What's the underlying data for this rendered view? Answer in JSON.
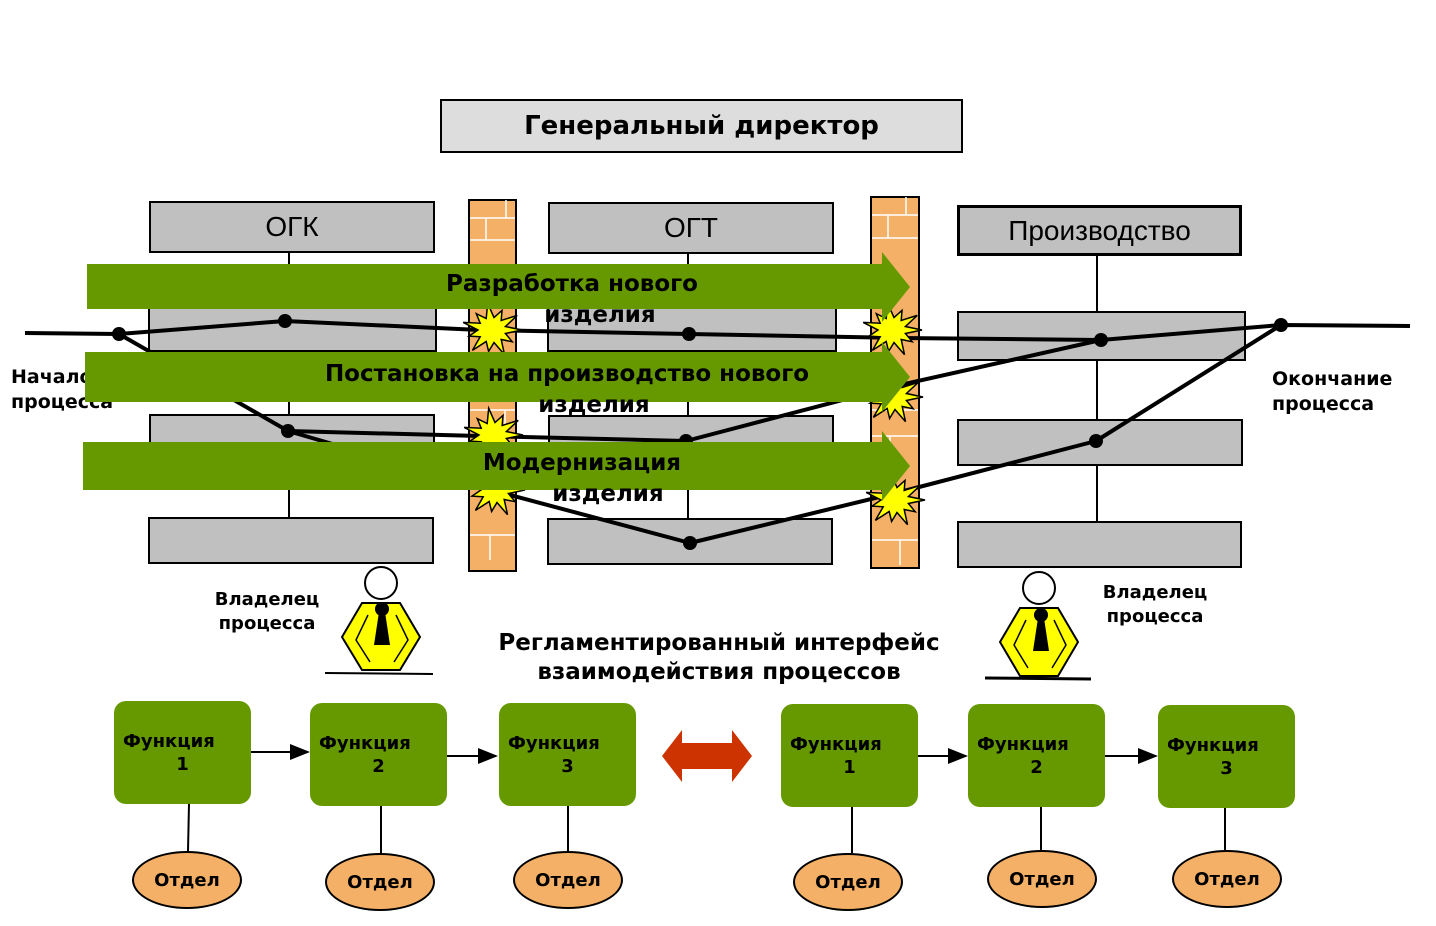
{
  "director": "Генеральный директор",
  "departments": [
    "ОГК",
    "ОГТ",
    "Производство"
  ],
  "processes": [
    {
      "line1": "Разработка нового",
      "line2": "изделия"
    },
    {
      "line1": "Постановка на производство нового",
      "line2": "изделия"
    },
    {
      "line1": "Модернизация",
      "line2": "изделия"
    }
  ],
  "start_label": [
    "Начало",
    "процесса"
  ],
  "end_label": [
    "Окончание",
    "процесса"
  ],
  "owner_label": [
    "Владелец",
    "процесса"
  ],
  "interface_label": [
    "Регламентированный интерфейс",
    "взаимодействия процессов"
  ],
  "functions_left": [
    {
      "label": "Функция",
      "num": "1"
    },
    {
      "label": "Функция",
      "num": "2"
    },
    {
      "label": "Функция",
      "num": "3"
    }
  ],
  "functions_right": [
    {
      "label": "Функция",
      "num": "1"
    },
    {
      "label": "Функция",
      "num": "2"
    },
    {
      "label": "Функция",
      "num": "3"
    }
  ],
  "unit_label": "Отдел",
  "colors": {
    "process_arrow": "#669900",
    "wall": "#f4b066",
    "box": "#c0c0c0",
    "director_box": "#dddddd",
    "exchange_arrow": "#cc3300",
    "conflict": "#ffff00"
  }
}
